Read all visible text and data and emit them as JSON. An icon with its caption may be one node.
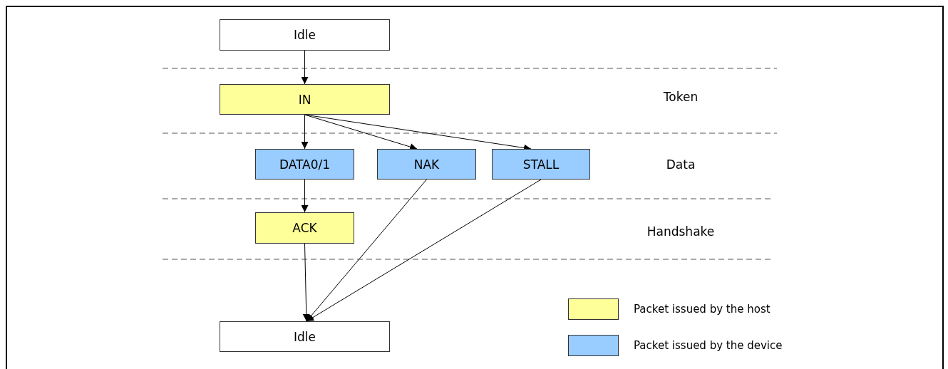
{
  "diagram": {
    "nodes": [
      {
        "text": [
          "Idle"
        ]
      },
      {
        "text": [
          "IN"
        ]
      },
      {
        "text": [
          "DATA0/1"
        ]
      },
      {
        "text": [
          "NAK"
        ]
      },
      {
        "text": [
          "STALL"
        ]
      },
      {
        "text": [
          "ACK"
        ]
      },
      {
        "text": [
          "Idle"
        ]
      }
    ],
    "edges": [
      {
        "from": 0,
        "to": 1,
        "arrow": "to"
      },
      {
        "from": 1,
        "to": 2,
        "arrow": "to"
      },
      {
        "from": 1,
        "to": 3,
        "arrow": "to"
      },
      {
        "from": 1,
        "to": 4,
        "arrow": "to"
      },
      {
        "from": 2,
        "to": 5,
        "arrow": "to"
      },
      {
        "from": 5,
        "to": 6,
        "arrow": "to"
      },
      {
        "from": 3,
        "to": 6,
        "arrow": "to"
      },
      {
        "from": 4,
        "to": 6,
        "arrow": "to"
      }
    ],
    "labels": [
      "Token",
      "Data",
      "Handshake"
    ],
    "legend": [
      {
        "text": "Packet issued by the host",
        "color": "#ffff99"
      },
      {
        "text": "Packet issued by the device",
        "color": "#99ccff"
      }
    ]
  }
}
